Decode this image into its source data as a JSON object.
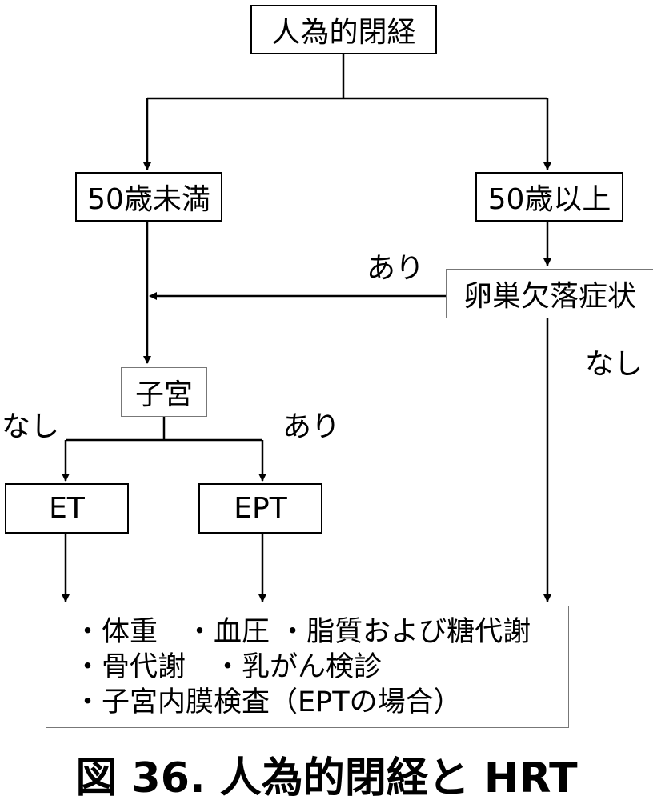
{
  "nodes": {
    "top": "人為的閉経",
    "under50": "50歳未満",
    "over50": "50歳以上",
    "ovarian": "卵巣欠落症状",
    "uterus": "子宮",
    "et": "ET",
    "ept": "EPT"
  },
  "edge_labels": {
    "ovarian_yes": "あり",
    "ovarian_no": "なし",
    "uterus_no": "なし",
    "uterus_yes": "あり"
  },
  "summary_lines": [
    "・体重　・血圧 ・脂質および糖代謝",
    "・骨代謝　・乳がん検診",
    "・子宮内膜検査（EPTの場合）"
  ],
  "caption": "図 36.  人為的閉経と HRT"
}
